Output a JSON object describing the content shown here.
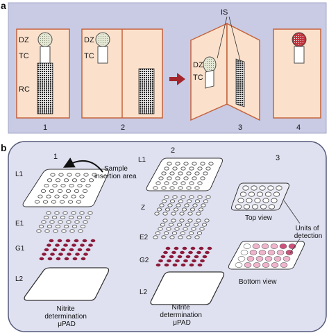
{
  "panel_a": {
    "letter": "a",
    "labels": {
      "dz": "DZ",
      "tc": "TC",
      "rc": "RC",
      "is": "IS"
    },
    "steps": [
      "1",
      "2",
      "3",
      "4"
    ],
    "colors": {
      "background": "#c9cbe4",
      "card": "#fbe1cc",
      "card_border": "#c4633c",
      "arrow": "#a3262c",
      "dots": "#c0303a",
      "grid": "#2b2b2b"
    }
  },
  "panel_b": {
    "letter": "b",
    "columns": [
      "1",
      "2",
      "3"
    ],
    "col1": {
      "layers": [
        "L1",
        "E1",
        "G1",
        "L2"
      ],
      "insertion_label": [
        "Sample",
        "insertion area"
      ],
      "caption": [
        "Nitrite",
        "determination",
        "μPAD"
      ]
    },
    "col2": {
      "layers": [
        "L1",
        "Z",
        "E2",
        "G2",
        "L2"
      ],
      "caption": [
        "Nitrite",
        "determination",
        "μPAD"
      ]
    },
    "col3": {
      "top_view": "Top view",
      "bottom_view": "Bottom view",
      "units_label": [
        "Units of",
        "detection"
      ]
    },
    "colors": {
      "background": "#dfe1f0",
      "border": "#555a7a",
      "reagent": "#8c1a3b",
      "pink_light": "#f0b4cc",
      "pink_dark": "#d0507c"
    }
  }
}
